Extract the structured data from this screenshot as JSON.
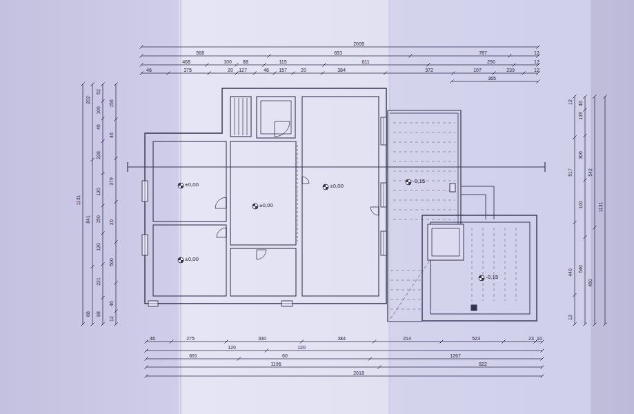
{
  "diagram": {
    "nodes": [
      {
        "text": [
          "±0,00"
        ]
      },
      {
        "text": [
          "±0,00"
        ]
      },
      {
        "text": [
          "±0,00"
        ]
      },
      {
        "text": [
          "-0,15"
        ]
      },
      {
        "text": [
          "±0,00"
        ]
      },
      {
        "text": [
          "-0,15"
        ]
      }
    ],
    "labels": [
      "2008",
      "568",
      "653",
      "787",
      "12",
      "468",
      "100",
      "88",
      "115",
      "611",
      "290",
      "12",
      "46",
      "375",
      "20",
      "127",
      "46",
      "157",
      "20",
      "384",
      "372",
      "107",
      "239",
      "12",
      "365",
      "46",
      "275",
      "330",
      "384",
      "214",
      "523",
      "23",
      "10",
      "120",
      "120",
      "691",
      "60",
      "1267",
      "1196",
      "822",
      "2018",
      "1131",
      "202",
      "841",
      "88",
      "52",
      "100",
      "46",
      "228",
      "120",
      "150",
      "120",
      "221",
      "88",
      "156",
      "46",
      "379",
      "20",
      "500",
      "46",
      "12",
      "12",
      "517",
      "440",
      "12",
      "46",
      "139",
      "306",
      "100",
      "540",
      "542",
      "450",
      "1131"
    ]
  }
}
